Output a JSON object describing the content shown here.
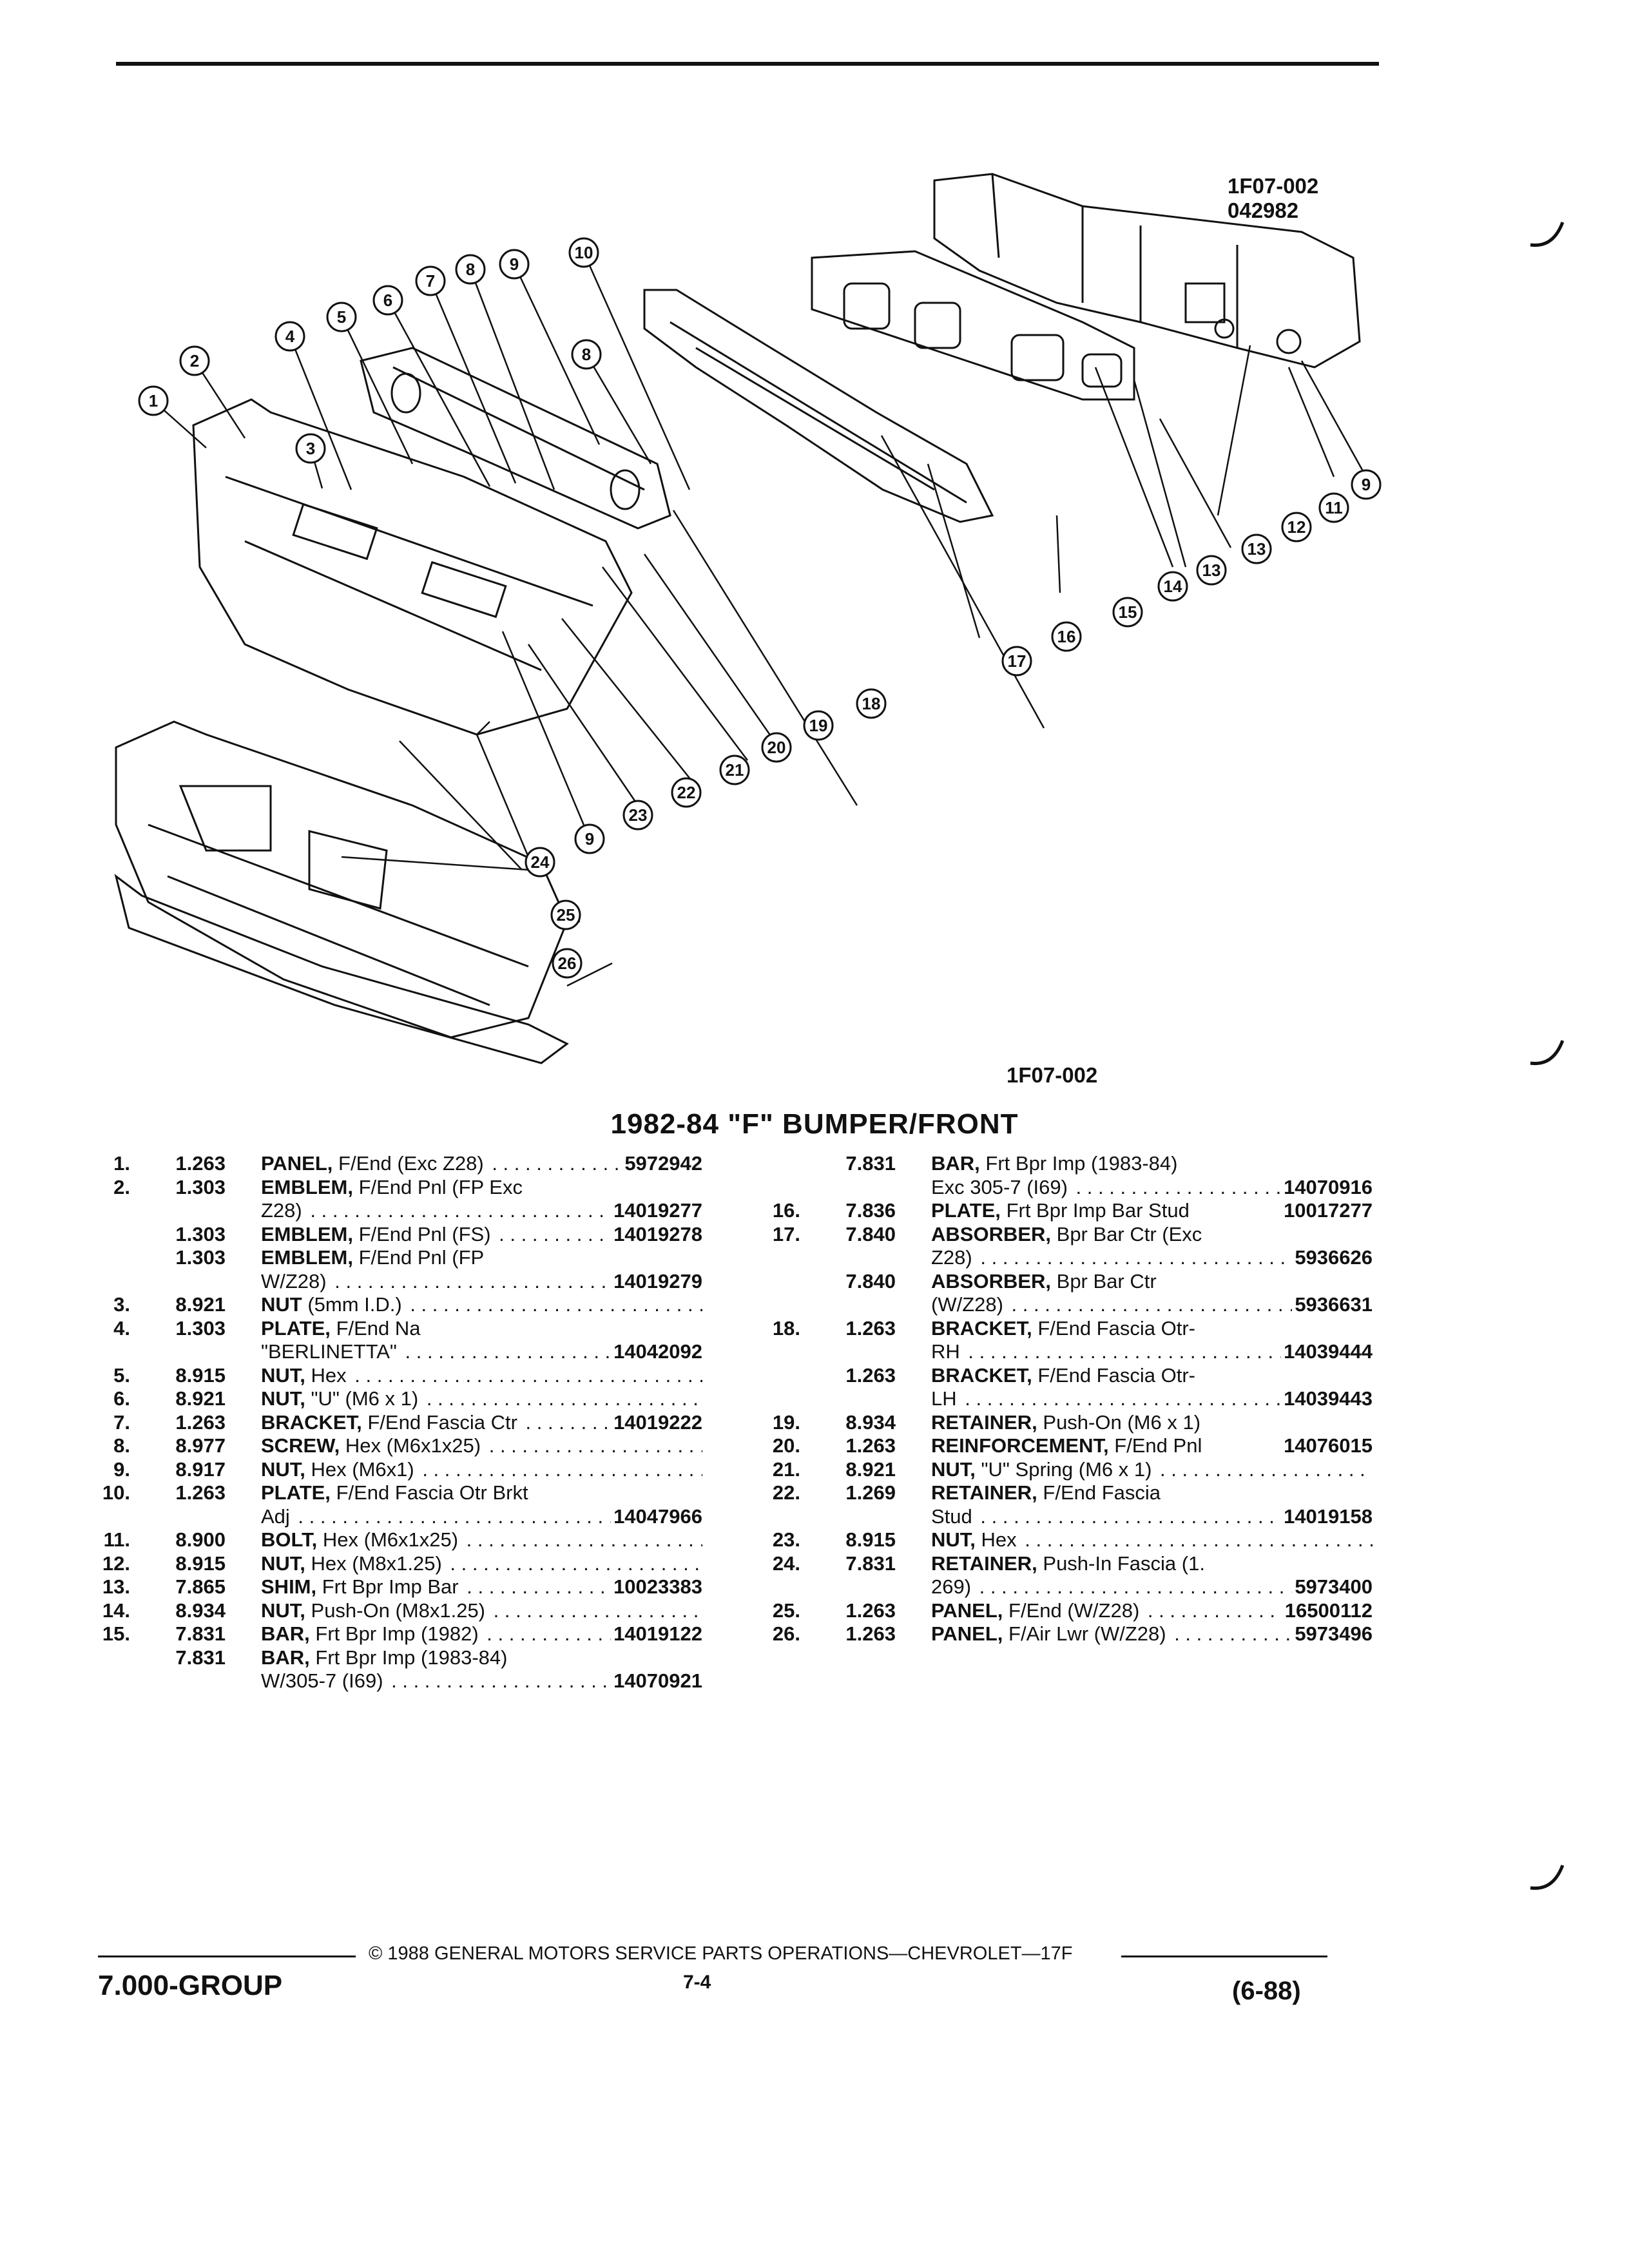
{
  "figure": {
    "code_top": "1F07-002",
    "code_top_sub": "042982",
    "code_bottom": "1F07-002",
    "callouts": [
      "1",
      "2",
      "3",
      "4",
      "5",
      "6",
      "7",
      "8",
      "9",
      "10",
      "8",
      "12",
      "11",
      "9",
      "13",
      "13",
      "14",
      "15",
      "16",
      "17",
      "18",
      "19",
      "20",
      "21",
      "22",
      "23",
      "9",
      "24",
      "25",
      "26"
    ]
  },
  "title": "1982-84 \"F\" BUMPER/FRONT",
  "parts_left": [
    {
      "num": "1.",
      "grp": "1.263",
      "lead": "PANEL,",
      "rest": "F/End (Exc Z28)",
      "dots": true,
      "pn": "5972942"
    },
    {
      "num": "2.",
      "grp": "1.303",
      "lead": "EMBLEM,",
      "rest": "F/End Pnl (FP Exc",
      "dots": false,
      "pn": ""
    },
    {
      "num": "",
      "grp": "",
      "lead": "",
      "rest": "Z28)",
      "dots": true,
      "pn": "14019277"
    },
    {
      "num": "",
      "grp": "1.303",
      "lead": "EMBLEM,",
      "rest": "F/End Pnl (FS)",
      "dots": true,
      "pn": "14019278"
    },
    {
      "num": "",
      "grp": "1.303",
      "lead": "EMBLEM,",
      "rest": "F/End Pnl (FP",
      "dots": false,
      "pn": ""
    },
    {
      "num": "",
      "grp": "",
      "lead": "",
      "rest": "W/Z28)",
      "dots": true,
      "pn": "14019279"
    },
    {
      "num": "3.",
      "grp": "8.921",
      "lead": "NUT",
      "rest": "(5mm I.D.)",
      "dots": true,
      "pn": ""
    },
    {
      "num": "4.",
      "grp": "1.303",
      "lead": "PLATE,",
      "rest": "F/End Na",
      "dots": false,
      "pn": ""
    },
    {
      "num": "",
      "grp": "",
      "lead": "",
      "rest": "\"BERLINETTA\"",
      "dots": true,
      "pn": "14042092"
    },
    {
      "num": "5.",
      "grp": "8.915",
      "lead": "NUT,",
      "rest": "Hex",
      "dots": true,
      "pn": ""
    },
    {
      "num": "6.",
      "grp": "8.921",
      "lead": "NUT,",
      "rest": "\"U\" (M6 x 1)",
      "dots": true,
      "pn": ""
    },
    {
      "num": "7.",
      "grp": "1.263",
      "lead": "BRACKET,",
      "rest": "F/End Fascia Ctr",
      "dots": true,
      "pn": "14019222"
    },
    {
      "num": "8.",
      "grp": "8.977",
      "lead": "SCREW,",
      "rest": "Hex (M6x1x25)",
      "dots": true,
      "pn": ""
    },
    {
      "num": "9.",
      "grp": "8.917",
      "lead": "NUT,",
      "rest": "Hex (M6x1)",
      "dots": true,
      "pn": ""
    },
    {
      "num": "10.",
      "grp": "1.263",
      "lead": "PLATE,",
      "rest": "F/End Fascia Otr Brkt",
      "dots": false,
      "pn": ""
    },
    {
      "num": "",
      "grp": "",
      "lead": "",
      "rest": "Adj",
      "dots": true,
      "pn": "14047966"
    },
    {
      "num": "11.",
      "grp": "8.900",
      "lead": "BOLT,",
      "rest": "Hex (M6x1x25)",
      "dots": true,
      "pn": ""
    },
    {
      "num": "12.",
      "grp": "8.915",
      "lead": "NUT,",
      "rest": "Hex (M8x1.25)",
      "dots": true,
      "pn": ""
    },
    {
      "num": "13.",
      "grp": "7.865",
      "lead": "SHIM,",
      "rest": "Frt Bpr Imp Bar",
      "dots": true,
      "pn": "10023383"
    },
    {
      "num": "14.",
      "grp": "8.934",
      "lead": "NUT,",
      "rest": "Push-On (M8x1.25)",
      "dots": true,
      "pn": ""
    },
    {
      "num": "15.",
      "grp": "7.831",
      "lead": "BAR,",
      "rest": "Frt Bpr Imp (1982)",
      "dots": true,
      "pn": "14019122"
    },
    {
      "num": "",
      "grp": "7.831",
      "lead": "BAR,",
      "rest": "Frt Bpr Imp (1983-84)",
      "dots": false,
      "pn": ""
    },
    {
      "num": "",
      "grp": "",
      "lead": "",
      "rest": "W/305-7 (I69)",
      "dots": true,
      "pn": "14070921"
    }
  ],
  "parts_right": [
    {
      "num": "",
      "grp": "7.831",
      "lead": "BAR,",
      "rest": "Frt Bpr Imp (1983-84)",
      "dots": false,
      "pn": ""
    },
    {
      "num": "",
      "grp": "",
      "lead": "",
      "rest": "Exc 305-7 (I69)",
      "dots": true,
      "pn": "14070916"
    },
    {
      "num": "16.",
      "grp": "7.836",
      "lead": "PLATE,",
      "rest": "Frt Bpr Imp Bar Stud",
      "dots": false,
      "pn": "10017277"
    },
    {
      "num": "17.",
      "grp": "7.840",
      "lead": "ABSORBER,",
      "rest": "Bpr Bar Ctr (Exc",
      "dots": false,
      "pn": ""
    },
    {
      "num": "",
      "grp": "",
      "lead": "",
      "rest": "Z28)",
      "dots": true,
      "pn": "5936626"
    },
    {
      "num": "",
      "grp": "7.840",
      "lead": "ABSORBER,",
      "rest": "Bpr Bar Ctr",
      "dots": false,
      "pn": ""
    },
    {
      "num": "",
      "grp": "",
      "lead": "",
      "rest": "(W/Z28)",
      "dots": true,
      "pn": "5936631"
    },
    {
      "num": "18.",
      "grp": "1.263",
      "lead": "BRACKET,",
      "rest": "F/End Fascia Otr-",
      "dots": false,
      "pn": ""
    },
    {
      "num": "",
      "grp": "",
      "lead": "",
      "rest": "RH",
      "dots": true,
      "pn": "14039444"
    },
    {
      "num": "",
      "grp": "1.263",
      "lead": "BRACKET,",
      "rest": "F/End Fascia Otr-",
      "dots": false,
      "pn": ""
    },
    {
      "num": "",
      "grp": "",
      "lead": "",
      "rest": "LH",
      "dots": true,
      "pn": "14039443"
    },
    {
      "num": "19.",
      "grp": "8.934",
      "lead": "RETAINER,",
      "rest": "Push-On (M6 x 1)",
      "dots": false,
      "pn": ""
    },
    {
      "num": "20.",
      "grp": "1.263",
      "lead": "REINFORCEMENT,",
      "rest": "F/End Pnl",
      "dots": false,
      "pn": "14076015"
    },
    {
      "num": "21.",
      "grp": "8.921",
      "lead": "NUT,",
      "rest": "\"U\" Spring (M6 x 1)",
      "dots": true,
      "pn": ""
    },
    {
      "num": "22.",
      "grp": "1.269",
      "lead": "RETAINER,",
      "rest": "F/End Fascia",
      "dots": false,
      "pn": ""
    },
    {
      "num": "",
      "grp": "",
      "lead": "",
      "rest": "Stud",
      "dots": true,
      "pn": "14019158"
    },
    {
      "num": "23.",
      "grp": "8.915",
      "lead": "NUT,",
      "rest": "Hex",
      "dots": true,
      "pn": ""
    },
    {
      "num": "24.",
      "grp": "7.831",
      "lead": "RETAINER,",
      "rest": "Push-In Fascia (1.",
      "dots": false,
      "pn": ""
    },
    {
      "num": "",
      "grp": "",
      "lead": "",
      "rest": "269)",
      "dots": true,
      "pn": "5973400"
    },
    {
      "num": "25.",
      "grp": "1.263",
      "lead": "PANEL,",
      "rest": "F/End (W/Z28)",
      "dots": true,
      "pn": "16500112"
    },
    {
      "num": "26.",
      "grp": "1.263",
      "lead": "PANEL,",
      "rest": "F/Air Lwr (W/Z28)",
      "dots": true,
      "pn": "5973496"
    }
  ],
  "footer": {
    "copyright": "© 1988 GENERAL MOTORS SERVICE PARTS OPERATIONS—CHEVROLET—17F",
    "group": "7.000-GROUP",
    "page": "7-4",
    "date_code": "(6-88)"
  }
}
